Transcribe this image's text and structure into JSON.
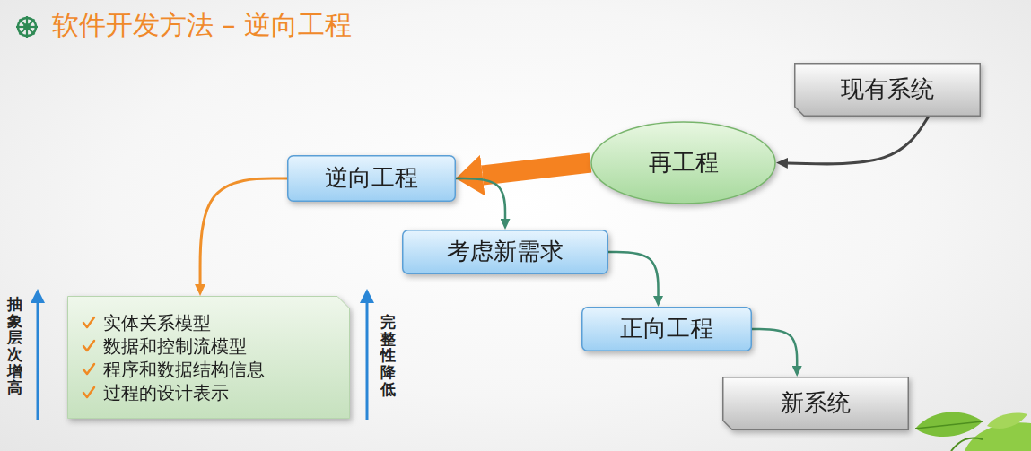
{
  "diagram": {
    "title": "软件开发方法 – 逆向工程",
    "nodes": [
      {
        "text": [
          "现有系统"
        ]
      },
      {
        "text": [
          "再工程"
        ]
      },
      {
        "text": [
          "逆向工程"
        ]
      },
      {
        "text": [
          "考虑新需求"
        ]
      },
      {
        "text": [
          "实体关系模型",
          "数据和控制流模型",
          "程序和数据结构信息",
          "过程的设计表示"
        ]
      },
      {
        "text": [
          "正向工程"
        ]
      },
      {
        "text": [
          "新系统"
        ]
      }
    ],
    "edges": [
      {
        "from": 0,
        "to": 1,
        "arrow": "to"
      },
      {
        "from": 1,
        "to": 2,
        "arrow": "to"
      },
      {
        "from": 2,
        "to": 3,
        "arrow": "to"
      },
      {
        "from": 2,
        "to": 4,
        "arrow": "to"
      },
      {
        "from": 3,
        "to": 5,
        "arrow": "to"
      },
      {
        "from": 5,
        "to": 6,
        "arrow": "to"
      }
    ],
    "labels": [
      "抽象层次增高",
      "完整性降低"
    ]
  }
}
